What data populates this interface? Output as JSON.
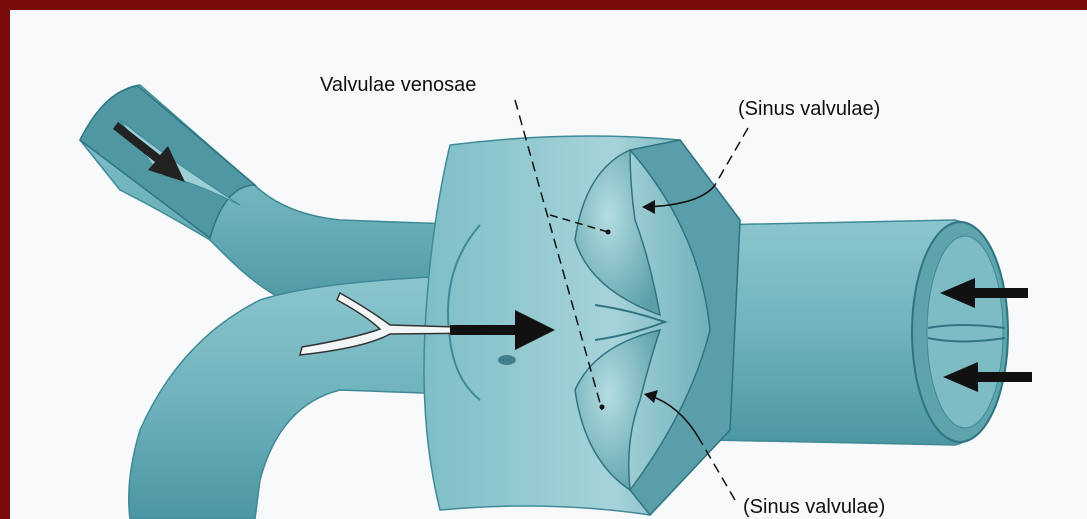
{
  "labels": {
    "valvulae_venosae": "Valvulae venosae",
    "sinus_top": "(Sinus valvulae)",
    "sinus_bottom": "(Sinus valvulae)"
  },
  "colors": {
    "border": "#7a0c0c",
    "vessel": "#6fb3bd",
    "vessel_dark": "#3f8a96",
    "vessel_light": "#a9d6dc",
    "arrow": "#111111"
  }
}
